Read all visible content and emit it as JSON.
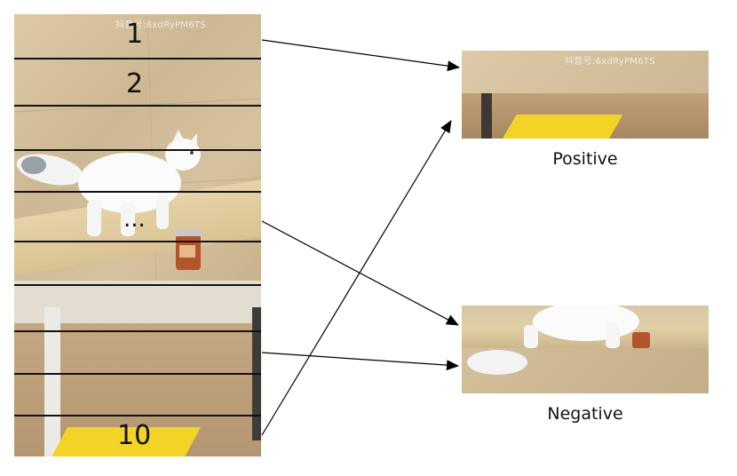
{
  "watermark": "抖音号:6xdRyPM6TS",
  "segments": {
    "first": "1",
    "second": "2",
    "middle": "...",
    "last": "10"
  },
  "results": {
    "positive_label": "Positive",
    "negative_label": "Negative"
  },
  "colors": {
    "arrow": "#000000",
    "line": "#111111",
    "yellow_object": "#f2d326"
  }
}
